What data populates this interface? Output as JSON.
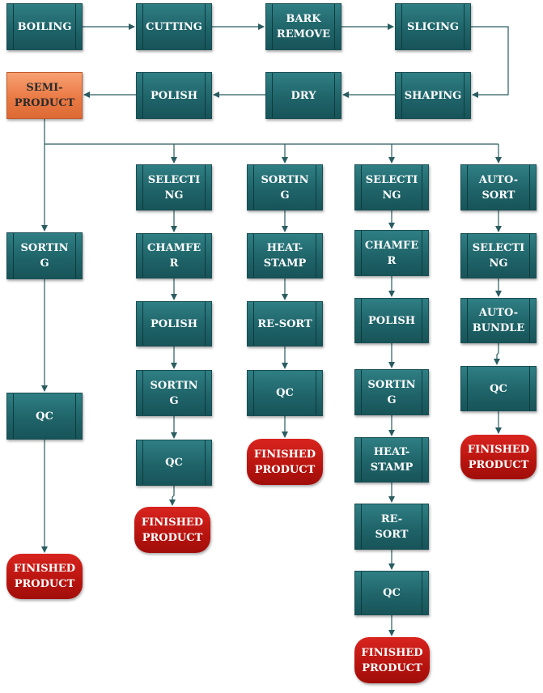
{
  "nodes": {
    "boiling": "BOILING",
    "cutting": "CUTTING",
    "bark_remove": "BARK\nREMOVE",
    "slicing": "SLICING",
    "shaping": "SHAPING",
    "dry": "DRY",
    "polish_main": "POLISH",
    "semi_product": "SEMI-\nPRODUCT",
    "c1_sorting": "SORTIN\nG",
    "c1_qc": "QC",
    "c1_finished": "FINISHED\nPRODUCT",
    "c2_selecting": "SELECTI\nNG",
    "c2_chamfer": "CHAMFE\nR",
    "c2_polish": "POLISH",
    "c2_sorting": "SORTIN\nG",
    "c2_qc": "QC",
    "c2_finished": "FINISHED\nPRODUCT",
    "c3_sorting": "SORTIN\nG",
    "c3_heat_stamp": "HEAT-\nSTAMP",
    "c3_re_sort": "RE-SORT",
    "c3_qc": "QC",
    "c3_finished": "FINISHED\nPRODUCT",
    "c4_selecting": "SELECTI\nNG",
    "c4_chamfer": "CHAMFE\nR",
    "c4_polish": "POLISH",
    "c4_sorting": "SORTIN\nG",
    "c4_heat_stamp": "HEAT-\nSTAMP",
    "c4_re_sort": "RE-\nSORT",
    "c4_qc": "QC",
    "c4_finished": "FINISHED\nPRODUCT",
    "c5_auto_sort": "AUTO-\nSORT",
    "c5_selecting": "SELECTI\nNG",
    "c5_auto_bundle": "AUTO-\nBUNDLE",
    "c5_qc": "QC",
    "c5_finished": "FINISHED\nPRODUCT"
  },
  "colors": {
    "process": "#1f6469",
    "semi_product": "#ea7a45",
    "terminal": "#b7140f",
    "connector": "#2a5c60"
  }
}
